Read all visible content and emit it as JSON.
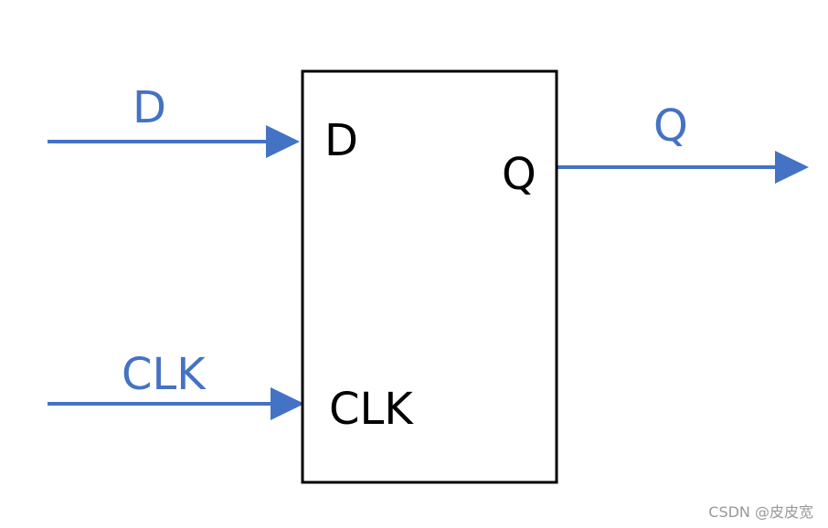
{
  "diagram": {
    "inputs": {
      "d_signal": "D",
      "clk_signal": "CLK"
    },
    "outputs": {
      "q_signal": "Q"
    },
    "block": {
      "d_port": "D",
      "clk_port": "CLK",
      "q_port": "Q"
    }
  },
  "watermark": "CSDN @皮皮宽",
  "colors": {
    "wire": "#4472c4",
    "block_border": "#000000",
    "watermark": "#999999"
  }
}
